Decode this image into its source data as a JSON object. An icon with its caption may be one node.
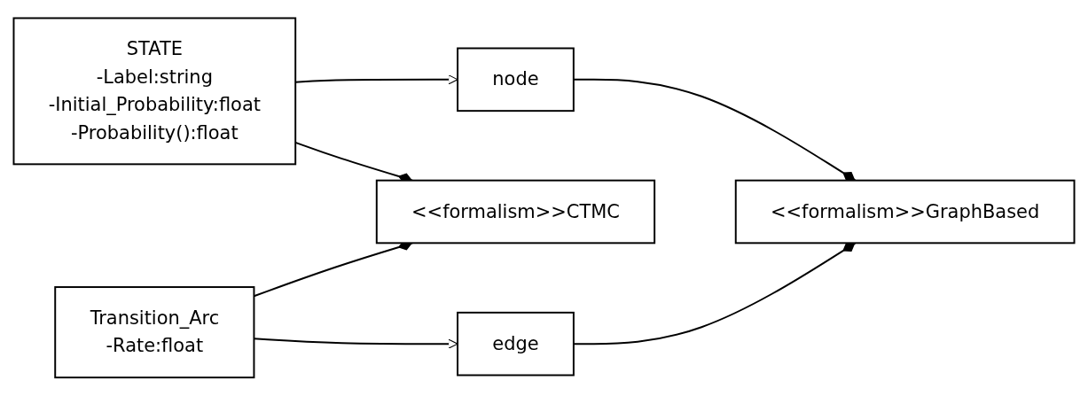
{
  "diagram": {
    "nodes": [
      {
        "text": [
          "node"
        ]
      },
      {
        "text": [
          "STATE",
          "-Label:string",
          "-Initial_Probability:float",
          "-Probability():float"
        ]
      },
      {
        "text": [
          "<<formalism>>CTMC"
        ]
      },
      {
        "text": [
          "Transition_Arc",
          "-Rate:float"
        ]
      },
      {
        "text": [
          "edge"
        ]
      },
      {
        "text": [
          "<<formalism>>GraphBased"
        ]
      }
    ],
    "edges": [
      {
        "from": 1,
        "to": 0,
        "arrow": "to"
      },
      {
        "from": 1,
        "to": 2,
        "arrow": "other"
      },
      {
        "from": 3,
        "to": 2,
        "arrow": "other"
      },
      {
        "from": 3,
        "to": 4,
        "arrow": "to"
      },
      {
        "from": 0,
        "to": 5,
        "arrow": "other"
      },
      {
        "from": 4,
        "to": 5,
        "arrow": "other"
      }
    ]
  }
}
